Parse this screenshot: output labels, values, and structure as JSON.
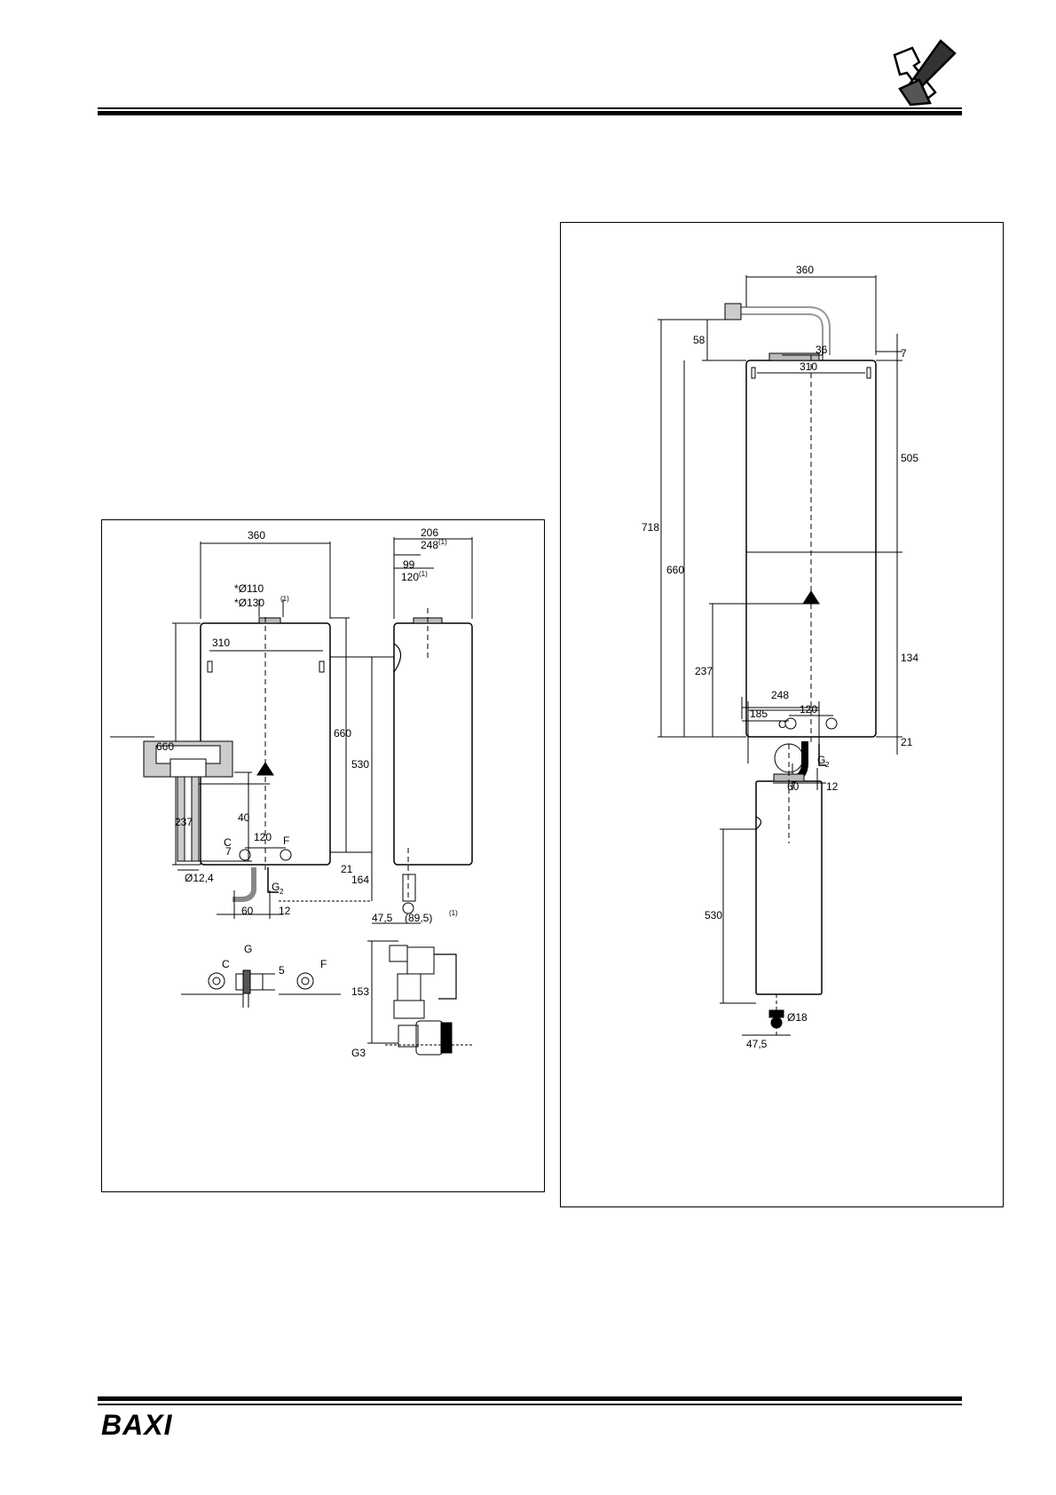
{
  "header": {
    "tools_icon": "wrench-screwdriver-icon"
  },
  "footer": {
    "brand": "BAXI"
  },
  "figure_left": {
    "front": {
      "width": "360",
      "flue_dia": "*Ø110",
      "flue_dia_alt": "*Ø130",
      "fixing_width": "310",
      "height": "660",
      "height_right": "660",
      "fixing_height": "530",
      "connection_height": "237",
      "connection_spacing": "120",
      "label_c": "C",
      "label_f": "F",
      "label_g2": "G",
      "label_g2_sub": "2",
      "dim_21": "21",
      "dim_164": "164",
      "dim_60": "60",
      "dim_12": "12"
    },
    "side": {
      "depth": "206",
      "depth_alt": "248",
      "flue_offset": "99",
      "flue_offset_alt": "120",
      "dim_47_5": "47,5",
      "dim_89_5": "(89,5)",
      "dim_153": "153",
      "label_g3": "G3"
    },
    "sup": "(1)",
    "detail": {
      "label_c": "C",
      "label_g": "G",
      "label_f": "F",
      "dim_5": "5",
      "dim_40": "40",
      "dim_7": "7",
      "dia_12_4": "Ø12,4"
    }
  },
  "figure_right": {
    "front": {
      "width": "360",
      "total_height": "718",
      "flue_rise": "58",
      "dim_7": "7",
      "dim_36": "36",
      "fixing_width": "310",
      "height": "660",
      "dim_505": "505",
      "connection_height": "237",
      "dim_134": "134",
      "connection_spacing": "120",
      "label_c": "C",
      "label_g2": "G",
      "label_g2_sub": "2",
      "dim_21": "21",
      "dim_60": "60",
      "dim_12": "12"
    },
    "side": {
      "depth": "248",
      "flue_offset": "185",
      "fixing_height": "530",
      "dia_18": "Ø18",
      "dim_47_5": "47,5"
    }
  }
}
